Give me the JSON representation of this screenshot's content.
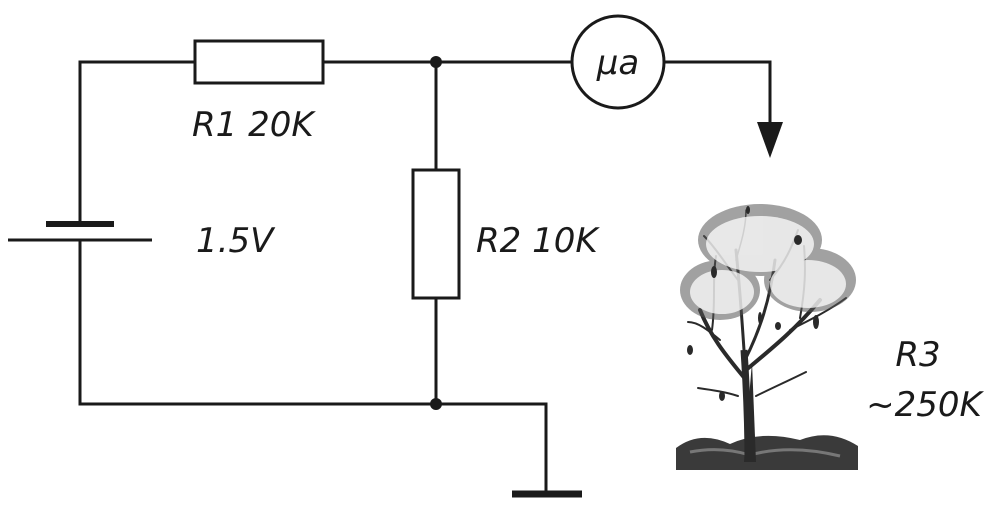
{
  "diagram": {
    "components": {
      "r1": {
        "label": "R1 20K"
      },
      "r2": {
        "label": "R2 10K"
      },
      "battery": {
        "label": "1.5V"
      },
      "meter": {
        "label": "μa"
      },
      "r3": {
        "label_line1": "R3",
        "label_line2": "~250K"
      }
    },
    "icons": {
      "tree": "tree-illustration",
      "ground": "ground-symbol",
      "arrow": "down-arrow"
    },
    "colors": {
      "ink": "#1a1a1a",
      "background": "#ffffff"
    }
  }
}
